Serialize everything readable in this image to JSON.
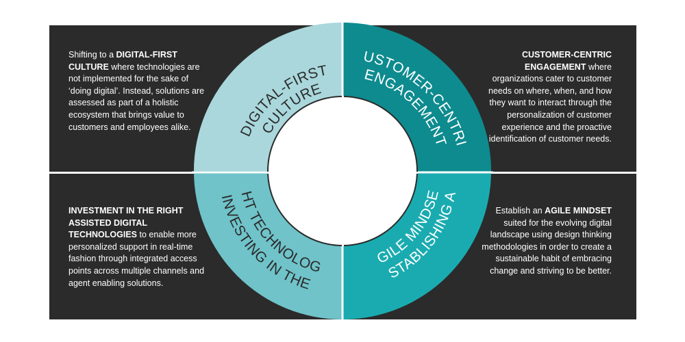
{
  "colors": {
    "panel": "#2b2b2b",
    "segment_top_left": "#a9d7dc",
    "segment_top_right": "#0e8b8f",
    "segment_bottom_left": "#6fc3c9",
    "segment_bottom_right": "#1aabb0"
  },
  "segments": {
    "top_left": {
      "line1": "DIGITAL-FIRST",
      "line2": "CULTURE"
    },
    "top_right": {
      "line1": "CUSTOMER-CENTRIC",
      "line2": "ENGAGEMENT"
    },
    "bottom_left": {
      "line1": "INVESTING IN THE",
      "line2": "RIGHT TECHNOLOGIES"
    },
    "bottom_right": {
      "line1": "ESTABLISHING AN",
      "line2": "AGILE MINDSET"
    }
  },
  "descriptions": {
    "top_left": {
      "pre": "Shifting to a ",
      "bold": "DIGITAL-FIRST CULTURE",
      "post": " where technologies are not implemented for the sake of ‘doing digital’. Instead, solutions are assessed as part of a holistic ecosystem that brings value to customers and employees alike."
    },
    "top_right": {
      "pre": "",
      "bold": "CUSTOMER-CENTRIC ENGAGEMENT",
      "post": " where organizations cater to customer needs on where, when, and how they want to interact through the personalization of customer experience and the proactive identification of customer needs."
    },
    "bottom_left": {
      "pre": "",
      "bold": "INVESTMENT IN THE RIGHT ASSISTED DIGITAL TECHNOLOGIES",
      "post": " to enable more personalized support in real-time fashion through integrated access points across multiple channels and agent enabling solutions."
    },
    "bottom_right": {
      "pre": "Establish an ",
      "bold": "AGILE MINDSET",
      "post": " suited for the evolving digital landscape using design thinking methodologies in order to create a sustainable habit of embracing change and striving to be better."
    }
  }
}
